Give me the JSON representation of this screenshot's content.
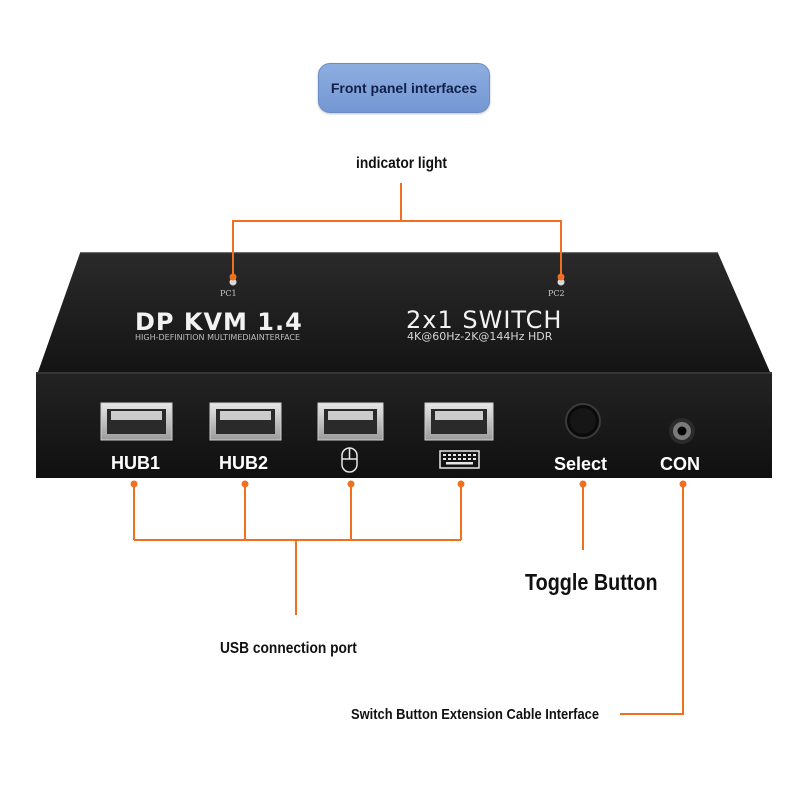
{
  "header": {
    "title": "Front panel interfaces"
  },
  "callouts": {
    "indicator_light": "indicator light",
    "usb_ports": "USB connection port",
    "toggle_button": "Toggle Button",
    "extension_interface": "Switch Button Extension Cable Interface"
  },
  "device": {
    "brand_line1": "DP KVM 1.4",
    "brand_line1b": "2x1 SWITCH",
    "brand_line2": "HIGH-DEFINITION MULTIMEDIAINTERFACE",
    "brand_line2b": "4K@60Hz-2K@144Hz HDR",
    "led_labels": [
      "PC1",
      "PC2"
    ],
    "port_labels": {
      "hub1": "HUB1",
      "hub2": "HUB2",
      "select": "Select",
      "con": "CON"
    }
  },
  "colors": {
    "callout_line": "#f07020",
    "device_body": "#1c1c1c",
    "banner": "#7e9fd8"
  },
  "icons": {
    "mouse_port": "mouse-icon",
    "keyboard_port": "keyboard-icon"
  }
}
